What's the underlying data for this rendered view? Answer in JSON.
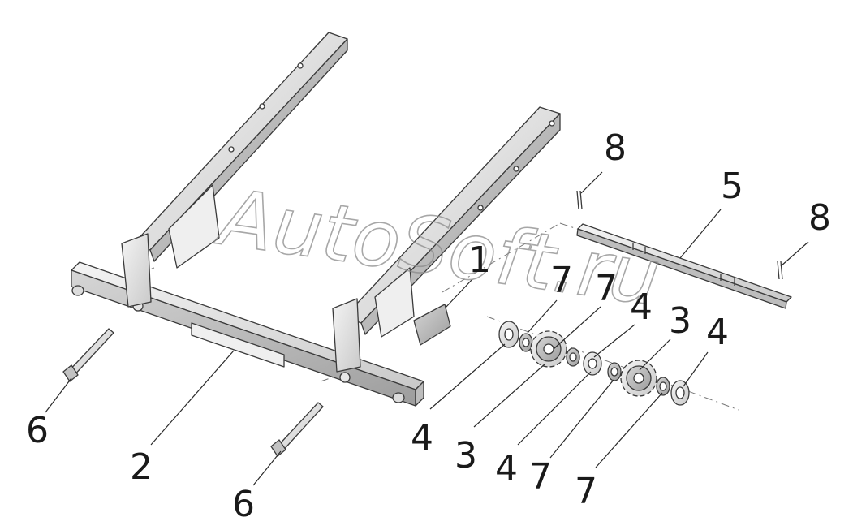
{
  "watermark": {
    "text": "AutoSoft.ru"
  },
  "callouts": [
    {
      "id": "c-8a",
      "label": "8"
    },
    {
      "id": "c-5",
      "label": "5"
    },
    {
      "id": "c-8b",
      "label": "8"
    },
    {
      "id": "c-1",
      "label": "1"
    },
    {
      "id": "c-7a",
      "label": "7"
    },
    {
      "id": "c-7b",
      "label": "7"
    },
    {
      "id": "c-4a",
      "label": "4"
    },
    {
      "id": "c-3a",
      "label": "3"
    },
    {
      "id": "c-4b",
      "label": "4"
    },
    {
      "id": "c-6a",
      "label": "6"
    },
    {
      "id": "c-2",
      "label": "2"
    },
    {
      "id": "c-4c",
      "label": "4"
    },
    {
      "id": "c-3b",
      "label": "3"
    },
    {
      "id": "c-4d",
      "label": "4"
    },
    {
      "id": "c-7c",
      "label": "7"
    },
    {
      "id": "c-7d",
      "label": "7"
    },
    {
      "id": "c-6b",
      "label": "6"
    }
  ]
}
